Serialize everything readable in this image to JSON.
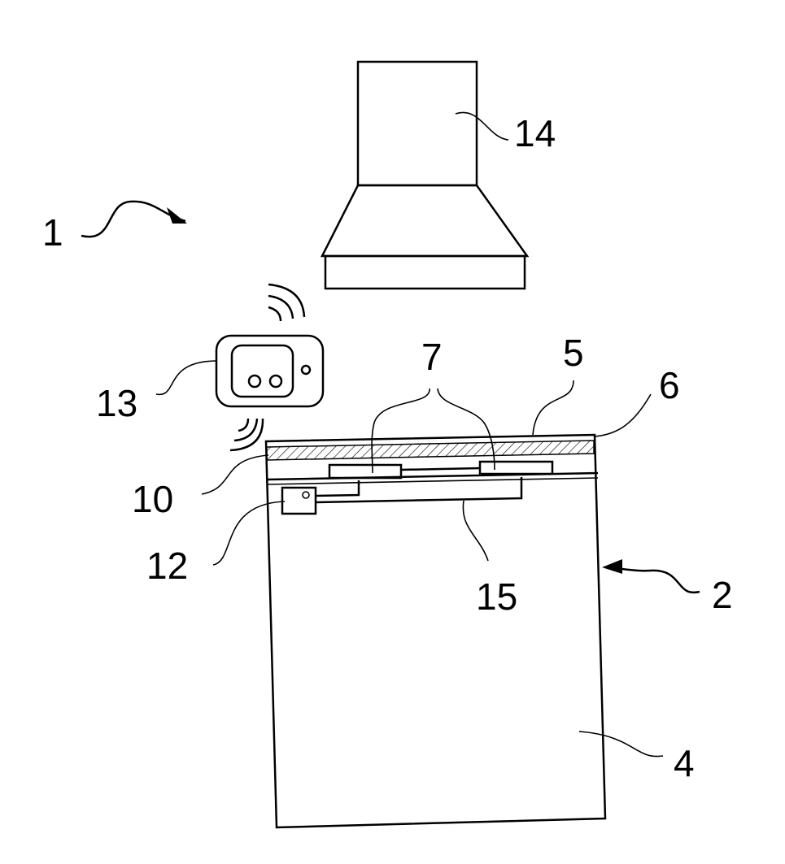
{
  "figure": {
    "labels": {
      "system": "1",
      "appliance": "2",
      "body": "4",
      "top_plate": "5",
      "layer": "6",
      "heating_elements": "7",
      "sensor_layer": "10",
      "control_unit": "12",
      "remote_device": "13",
      "hood": "14",
      "wiring": "15"
    },
    "colors": {
      "line": "#000000",
      "background": "#ffffff"
    }
  }
}
